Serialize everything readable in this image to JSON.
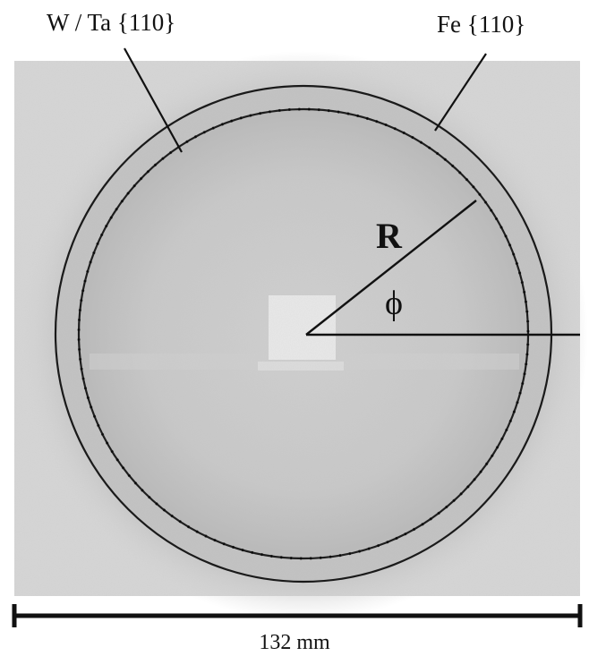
{
  "labels": {
    "ring_inner": "W / Ta {110}",
    "ring_outer": "Fe {110}",
    "radius": "R",
    "angle": "ϕ",
    "scale_bar": "132 mm"
  },
  "colors": {
    "film_background": "#d4d4d4",
    "halo": "#bdbdbd",
    "disc": "#c7c7c7",
    "center_spot": "#f2f2f2",
    "ring_lines": "#1a1a1a",
    "annotation_lines": "#111111"
  }
}
